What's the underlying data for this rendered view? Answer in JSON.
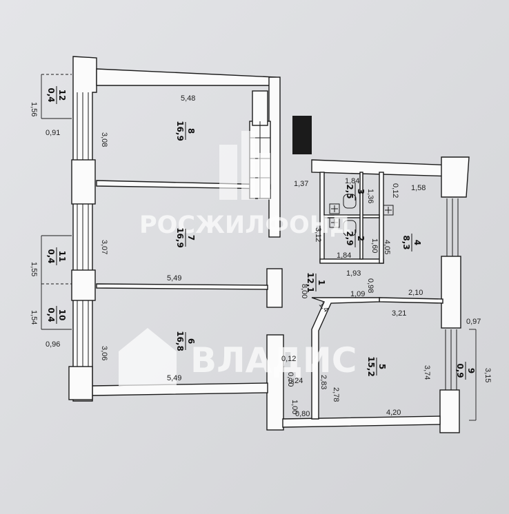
{
  "watermarks": {
    "top": "РОСЖИЛФОНД",
    "bottom": "ВЛАДИС"
  },
  "rooms": [
    {
      "id": "r8",
      "num": "8",
      "area": "16,9"
    },
    {
      "id": "r7",
      "num": "7",
      "area": "16,9"
    },
    {
      "id": "r6",
      "num": "6",
      "area": "16,8"
    },
    {
      "id": "r12",
      "num": "12",
      "area": "0,4"
    },
    {
      "id": "r11",
      "num": "11",
      "area": "0,4"
    },
    {
      "id": "r10",
      "num": "10",
      "area": "0,4"
    },
    {
      "id": "r9",
      "num": "9",
      "area": "0,9"
    },
    {
      "id": "r4",
      "num": "4",
      "area": "8,3"
    },
    {
      "id": "r5",
      "num": "5",
      "area": "15,2"
    },
    {
      "id": "r1",
      "num": "1",
      "area": "12,1"
    },
    {
      "id": "r3",
      "num": "3",
      "area": "2,5"
    },
    {
      "id": "r2",
      "num": "2",
      "area": "2,9"
    }
  ],
  "dims": [
    "5,48",
    "3,08",
    "1,56",
    "0,91",
    "3,07",
    "1,55",
    "5,49",
    "1,54",
    "0,96",
    "3,06",
    "5,49",
    "1,37",
    "1,84",
    "0,12",
    "1,58",
    "1,36",
    "3,12",
    "1,60",
    "4,05",
    "1,84",
    "1,93",
    "0,98",
    "8,00",
    "1,09",
    "2,10",
    "1,4",
    "3,21",
    "0,97",
    "3,74",
    "3,15",
    "0,12",
    "0,70",
    "0,24",
    "2,83",
    "2,78",
    "1,00",
    "0,80",
    "4,20"
  ]
}
